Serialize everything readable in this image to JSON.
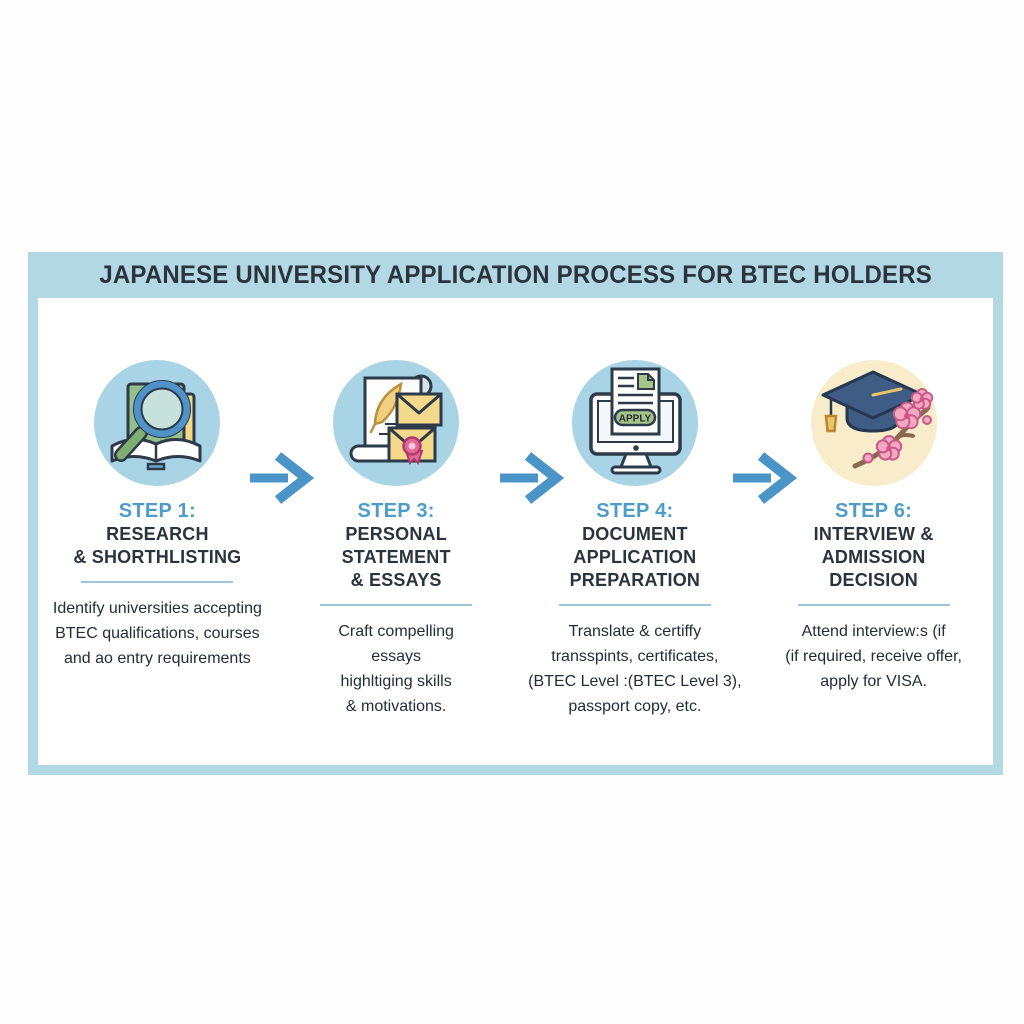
{
  "title": "JAPANESE UNIVERSITY APPLICATION PROCESS FOR BTEC HOLDERS",
  "colors": {
    "band_blue": "#b2d8e4",
    "accent_blue": "#4e9dc9",
    "arrow_blue": "#4a94c7",
    "heading_dark": "#2b333d",
    "icon_circle_blue": "#a9d4e6",
    "icon_circle_yellow": "#f8ecca",
    "divider_blue": "#9fc6d8",
    "apply_green": "#a6c487"
  },
  "arrows": [
    {
      "icon": "arrow-right-icon"
    },
    {
      "icon": "arrow-right-icon"
    },
    {
      "icon": "arrow-right-icon"
    }
  ],
  "steps": [
    {
      "label": "STEP 1:",
      "icon": "books-magnifier-icon",
      "heading_lines": [
        "RESEARCH",
        "& SHORTHLISTING"
      ],
      "desc_lines": [
        "Identify universities accepting",
        "BTEC qualifications, courses",
        "and ao entry requirements"
      ]
    },
    {
      "label": "STEP 3:",
      "icon": "scroll-quill-envelopes-icon",
      "heading_lines": [
        "PERSONAL",
        "STATEMENT",
        "& ESSAYS"
      ],
      "desc_lines": [
        "Craft compelling",
        "essays",
        "highltiging skills",
        "& motivations."
      ]
    },
    {
      "label": "STEP 4:",
      "icon": "monitor-apply-icon",
      "apply_button": "APPLY",
      "heading_lines": [
        "DOCUMENT",
        "APPLICATION",
        "PREPARATION"
      ],
      "desc_lines": [
        "Translate & certiffy",
        "transspints, certificates,",
        "(BTEC Level :(BTEC Level 3),",
        "passport copy, etc."
      ]
    },
    {
      "label": "STEP 6:",
      "icon": "graduation-cap-blossoms-icon",
      "heading_lines": [
        "INTERVIEW &",
        "ADMISSION",
        "DECISION"
      ],
      "desc_lines": [
        "Attend interview:s (if",
        "(if required, receive offer,",
        "apply for VISA."
      ]
    }
  ]
}
